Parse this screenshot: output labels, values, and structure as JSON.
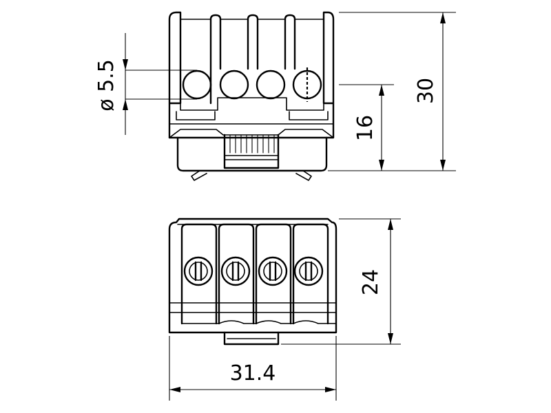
{
  "dimensions": {
    "diameter": "ø 5.5",
    "height_total": "30",
    "height_entry": "16",
    "depth": "24",
    "width": "31.4"
  }
}
